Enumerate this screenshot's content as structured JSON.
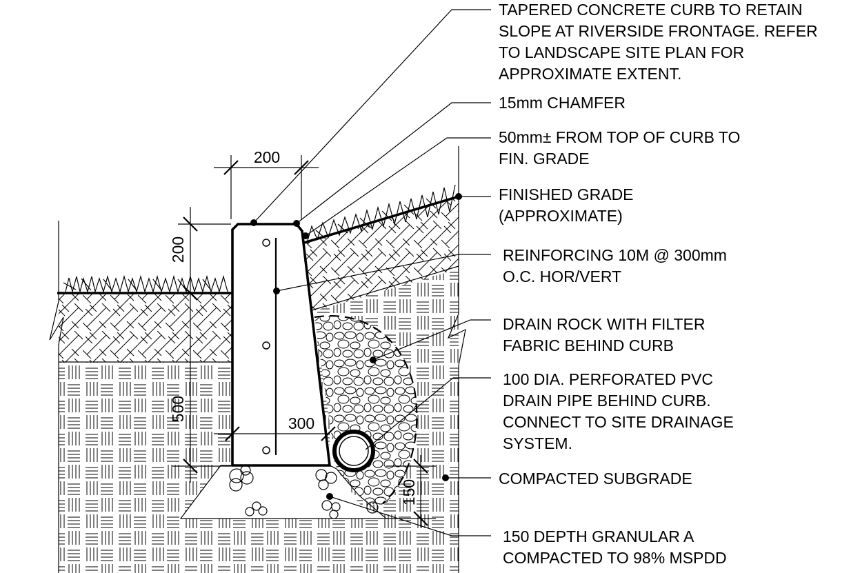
{
  "notes": [
    {
      "lines": [
        "TAPERED CONCRETE CURB TO RETAIN",
        "SLOPE AT RIVERSIDE FRONTAGE. REFER",
        "TO LANDSCAPE SITE PLAN FOR",
        "APPROXIMATE EXTENT."
      ]
    },
    {
      "lines": [
        "15mm CHAMFER"
      ]
    },
    {
      "lines": [
        "50mm± FROM TOP OF CURB TO",
        "FIN. GRADE"
      ]
    },
    {
      "lines": [
        "FINISHED GRADE",
        "(APPROXIMATE)"
      ]
    },
    {
      "lines": [
        "REINFORCING 10M @ 300mm",
        "O.C. HOR/VERT"
      ]
    },
    {
      "lines": [
        "DRAIN ROCK WITH FILTER",
        "FABRIC BEHIND CURB"
      ]
    },
    {
      "lines": [
        "100 DIA. PERFORATED PVC",
        "DRAIN PIPE BEHIND CURB.",
        "CONNECT TO SITE DRAINAGE",
        "SYSTEM."
      ]
    },
    {
      "lines": [
        "COMPACTED SUBGRADE"
      ]
    },
    {
      "lines": [
        "150 DEPTH GRANULAR A",
        "COMPACTED TO 98% MSPDD"
      ]
    }
  ],
  "dimensions": {
    "top_width": "200",
    "curb_height": "200",
    "depth": "500",
    "base_width": "300",
    "base_depth": "150"
  }
}
